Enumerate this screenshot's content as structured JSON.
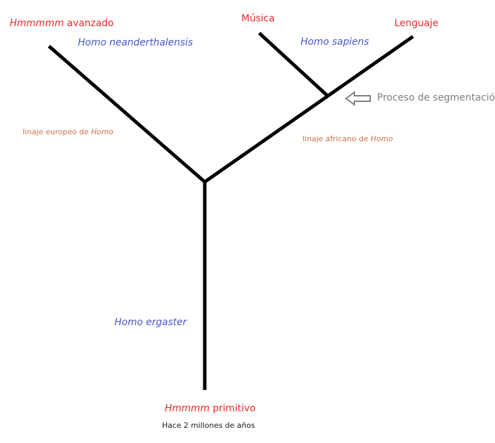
{
  "labels": {
    "hmm_advanced_italic": "Hmmmmm",
    "hmm_advanced_rest": " avanzado",
    "musica": "Música",
    "lenguaje": "Lenguaje",
    "neanderthalensis": "Homo neanderthalensis",
    "sapiens": "Homo sapiens",
    "segmentacion": "Proceso de segmentación",
    "european_lineage_prefix": "linaje europeo de ",
    "european_lineage_italic": "Homo",
    "african_lineage_prefix": "linaje africano de ",
    "african_lineage_italic": "Homo",
    "ergaster": "Homo ergaster",
    "hmm_primitive_italic": "Hmmmm",
    "hmm_primitive_rest": " primitivo",
    "time": "Hace 2 millones de años"
  },
  "colors": {
    "branch": "#000000",
    "label_red": "#ec2a2a",
    "label_blue": "#4a56cc",
    "label_orange": "#c9744a",
    "label_gray": "#7f7f7f",
    "arrow": "#7f7f7f"
  },
  "icons": {
    "segmentation_pointer": "left-arrow-outline-icon"
  }
}
